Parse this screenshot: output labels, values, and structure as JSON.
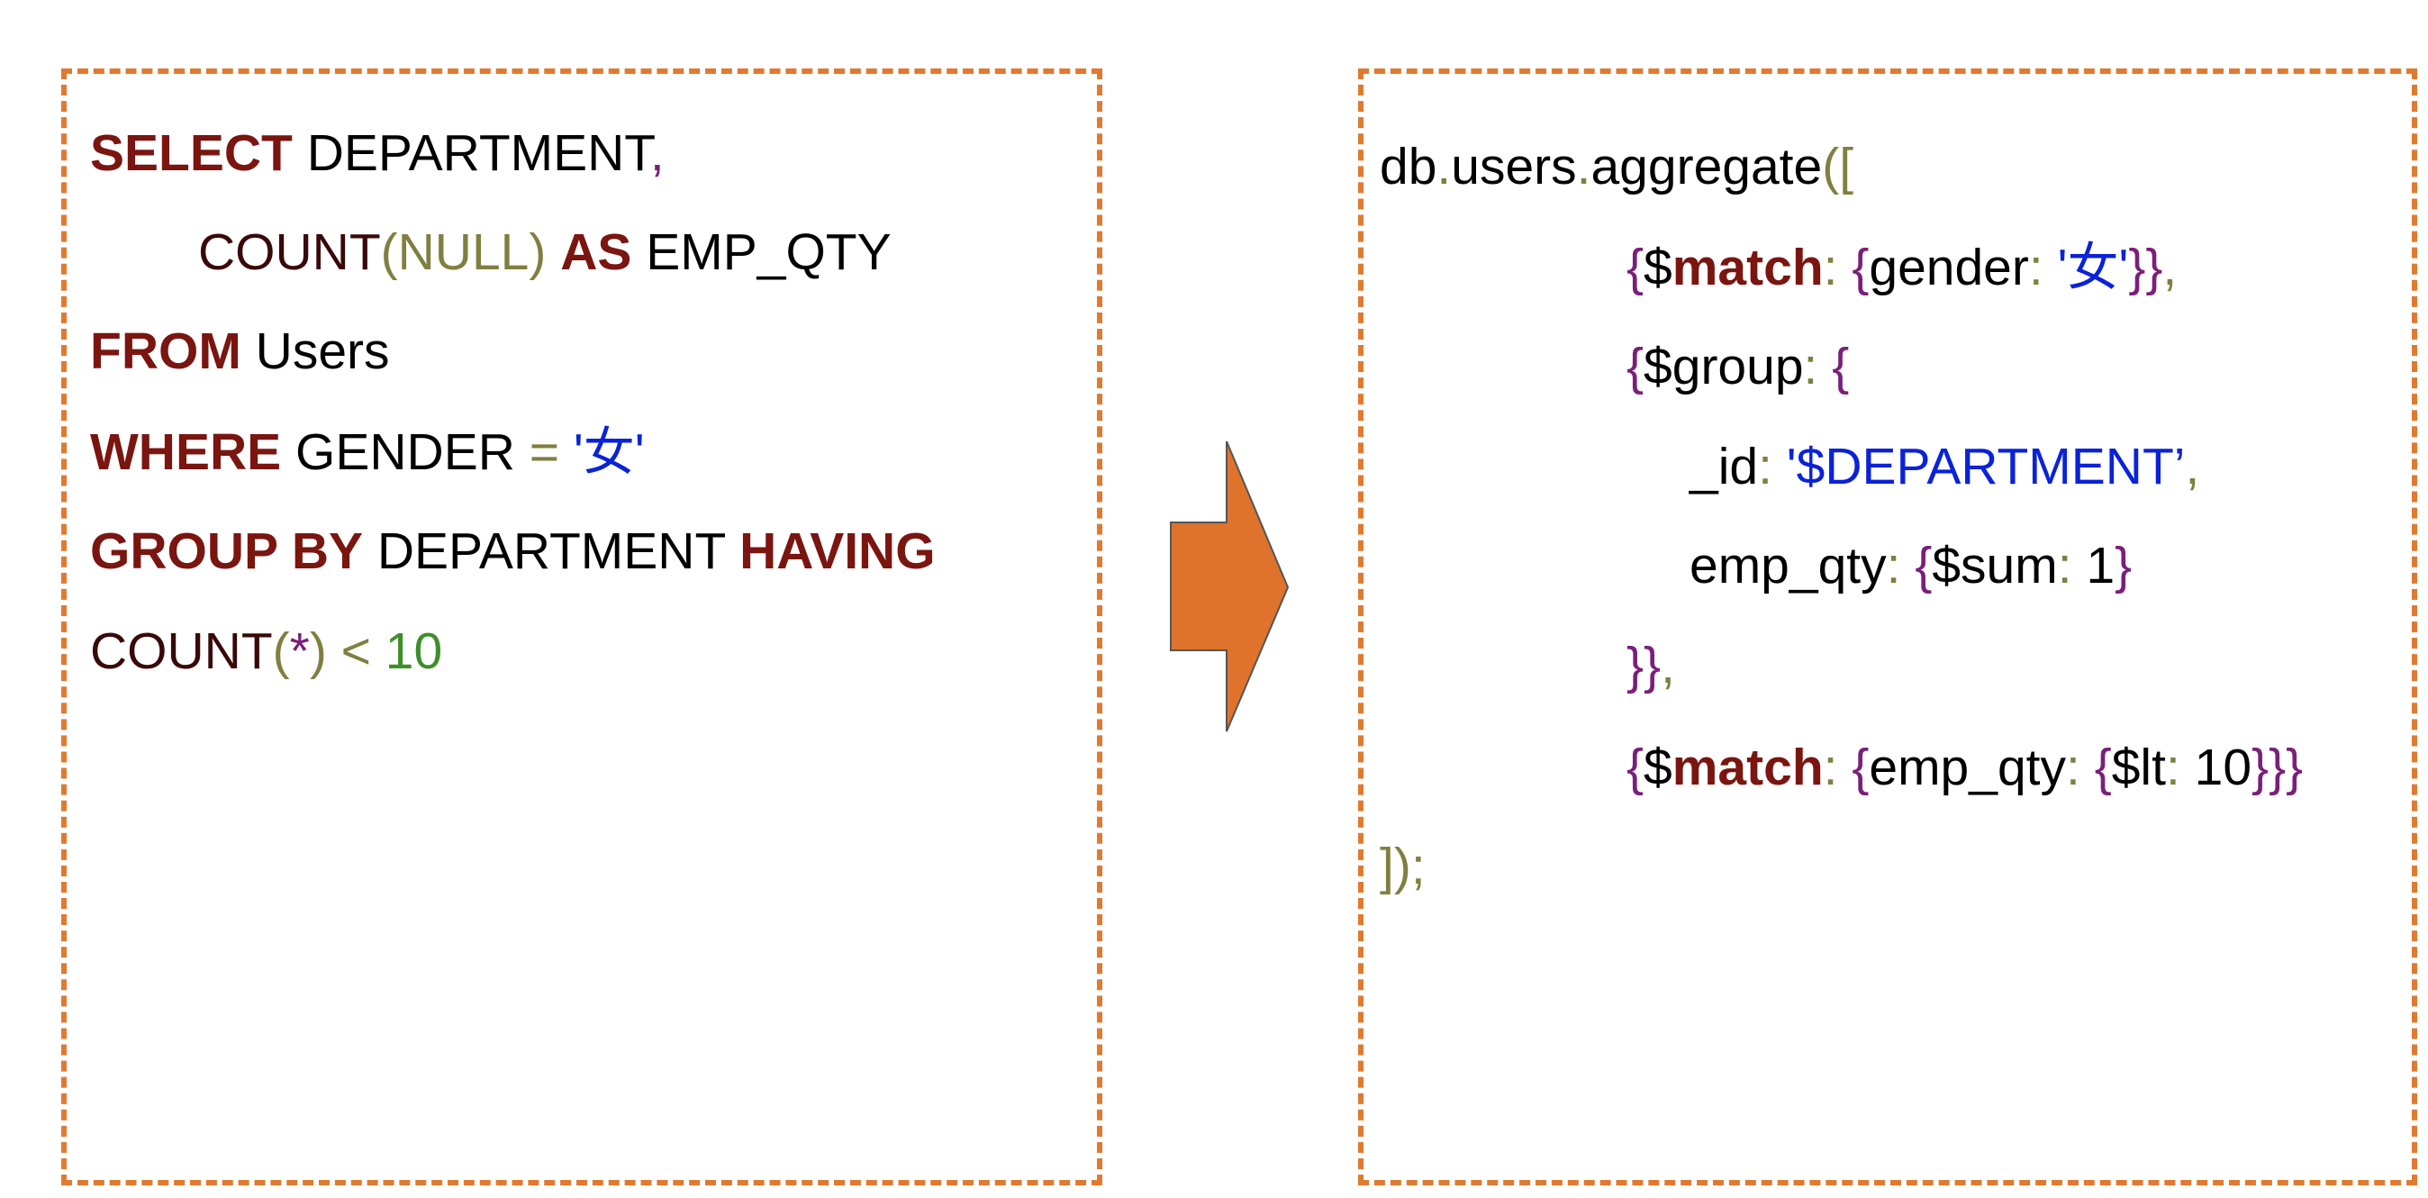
{
  "colors": {
    "keyword": "#7a1510",
    "plain": "#000000",
    "identifier": "#3a0808",
    "paren": "#7f7f40",
    "operator": "#7f7f40",
    "number": "#3d8f2a",
    "string": "#0a22d8",
    "brace": "#7a1f7a",
    "panel_border": "#e07a30",
    "arrow_fill": "#e0732c",
    "arrow_stroke": "#555555"
  },
  "arrow": {
    "icon": "right-arrow-icon"
  },
  "sql": {
    "lines": [
      [
        {
          "t": "SELECT",
          "c": "keyword",
          "b": true
        },
        {
          "t": " DEPARTMENT",
          "c": "plain"
        },
        {
          "t": ",",
          "c": "brace"
        }
      ],
      [
        {
          "t": "COUNT",
          "c": "identifier"
        },
        {
          "t": "(NULL)",
          "c": "paren"
        },
        {
          "t": " ",
          "c": "plain"
        },
        {
          "t": "AS",
          "c": "keyword",
          "b": true
        },
        {
          "t": " EMP_QTY",
          "c": "plain"
        }
      ],
      [
        {
          "t": "FROM",
          "c": "keyword",
          "b": true
        },
        {
          "t": " Users",
          "c": "plain"
        }
      ],
      [
        {
          "t": "WHERE",
          "c": "keyword",
          "b": true
        },
        {
          "t": " GENDER ",
          "c": "plain"
        },
        {
          "t": "=",
          "c": "operator"
        },
        {
          "t": " '女'",
          "c": "string"
        }
      ],
      [
        {
          "t": "GROUP BY",
          "c": "keyword",
          "b": true
        },
        {
          "t": " DEPARTMENT ",
          "c": "plain"
        },
        {
          "t": "HAVING",
          "c": "keyword",
          "b": true
        }
      ],
      [
        {
          "t": "COUNT",
          "c": "identifier"
        },
        {
          "t": "(",
          "c": "paren"
        },
        {
          "t": "*",
          "c": "brace"
        },
        {
          "t": ")",
          "c": "paren"
        },
        {
          "t": " < ",
          "c": "operator"
        },
        {
          "t": "10",
          "c": "number"
        }
      ]
    ]
  },
  "mongo": {
    "lines": [
      [
        {
          "t": "db",
          "c": "plain"
        },
        {
          "t": ".",
          "c": "operator"
        },
        {
          "t": "users",
          "c": "plain"
        },
        {
          "t": ".",
          "c": "operator"
        },
        {
          "t": "aggregate",
          "c": "plain"
        },
        {
          "t": "([",
          "c": "paren"
        }
      ],
      [
        {
          "t": "{",
          "c": "brace"
        },
        {
          "t": "$",
          "c": "plain"
        },
        {
          "t": "match",
          "c": "keyword",
          "b": true
        },
        {
          "t": ": ",
          "c": "operator"
        },
        {
          "t": "{",
          "c": "brace"
        },
        {
          "t": "gender",
          "c": "plain"
        },
        {
          "t": ": ",
          "c": "operator"
        },
        {
          "t": "'女'",
          "c": "string"
        },
        {
          "t": "}}",
          "c": "brace"
        },
        {
          "t": ",",
          "c": "operator"
        }
      ],
      [
        {
          "t": "{",
          "c": "brace"
        },
        {
          "t": "$group",
          "c": "plain"
        },
        {
          "t": ": ",
          "c": "operator"
        },
        {
          "t": "{",
          "c": "brace"
        }
      ],
      [
        {
          "t": "_id",
          "c": "plain"
        },
        {
          "t": ": ",
          "c": "operator"
        },
        {
          "t": "'$DEPARTMENT’",
          "c": "string"
        },
        {
          "t": ",",
          "c": "operator"
        }
      ],
      [
        {
          "t": "emp_qty",
          "c": "plain"
        },
        {
          "t": ": ",
          "c": "operator"
        },
        {
          "t": "{",
          "c": "brace"
        },
        {
          "t": "$sum",
          "c": "plain"
        },
        {
          "t": ": ",
          "c": "operator"
        },
        {
          "t": "1",
          "c": "plain"
        },
        {
          "t": "}",
          "c": "brace"
        }
      ],
      [
        {
          "t": "}}",
          "c": "brace"
        },
        {
          "t": ",",
          "c": "operator"
        }
      ],
      [
        {
          "t": "{",
          "c": "brace"
        },
        {
          "t": "$",
          "c": "plain"
        },
        {
          "t": "match",
          "c": "keyword",
          "b": true
        },
        {
          "t": ": ",
          "c": "operator"
        },
        {
          "t": "{",
          "c": "brace"
        },
        {
          "t": "emp_qty",
          "c": "plain"
        },
        {
          "t": ": ",
          "c": "operator"
        },
        {
          "t": "{",
          "c": "brace"
        },
        {
          "t": "$lt",
          "c": "plain"
        },
        {
          "t": ": ",
          "c": "operator"
        },
        {
          "t": "10",
          "c": "plain"
        },
        {
          "t": "}}}",
          "c": "brace"
        }
      ],
      [
        {
          "t": "]);",
          "c": "paren"
        }
      ]
    ]
  }
}
